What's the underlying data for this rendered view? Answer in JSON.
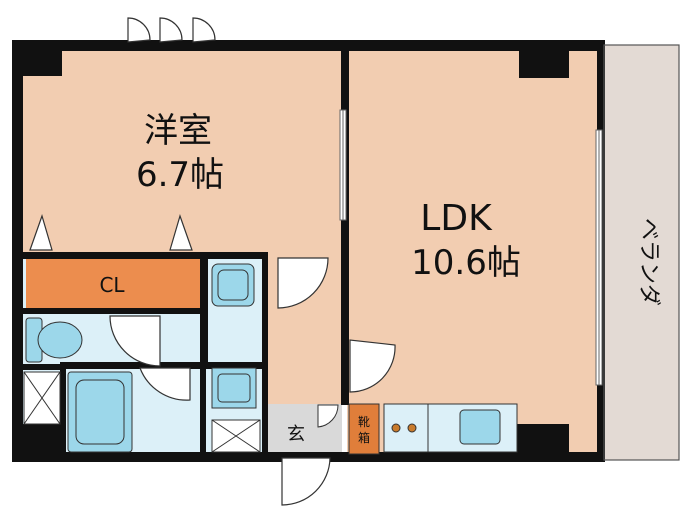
{
  "colors": {
    "room_fill": "#f2cdb1",
    "balcony_fill": "#e3dad4",
    "closet_fill": "#ec8d4e",
    "wet_area_fill": "#dcf0f8",
    "fixture_fill": "#9cd7ea",
    "entrance_fill": "#d9d9d9",
    "shoe_box_fill": "#e07e3a",
    "wall": "#111111"
  },
  "rooms": {
    "western_room": {
      "name": "洋室",
      "size": "6.7帖"
    },
    "ldk": {
      "name": "LDK",
      "size": "10.6帖"
    },
    "closet": {
      "label": "CL"
    },
    "balcony": {
      "label": "ベランダ"
    },
    "entrance": {
      "label": "玄"
    },
    "shoe_box": {
      "label_top": "靴",
      "label_bottom": "箱"
    }
  }
}
